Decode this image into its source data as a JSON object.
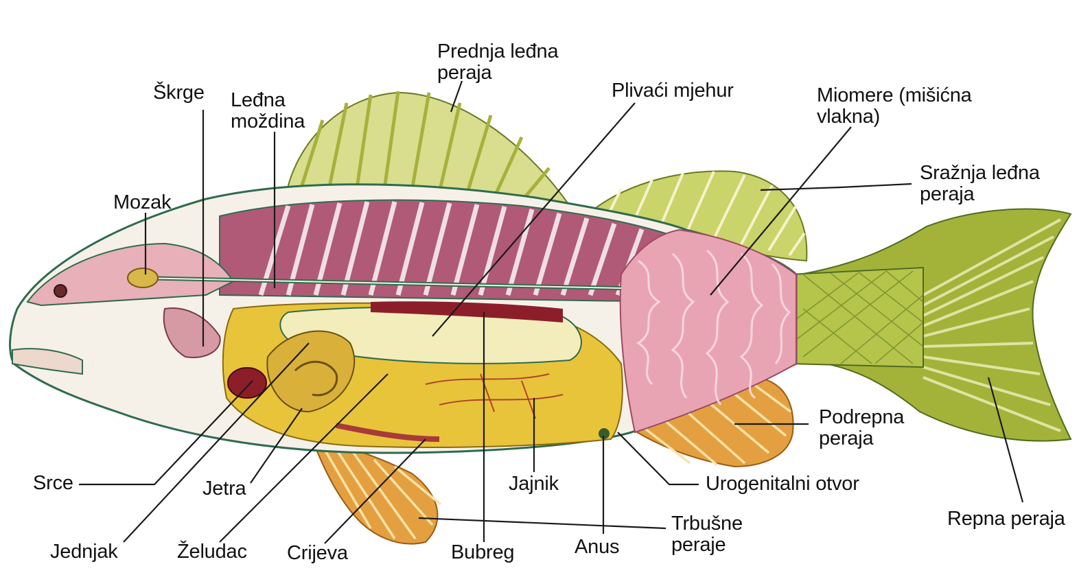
{
  "diagram": {
    "colors": {
      "background": "#ffffff",
      "outline": "#2f6b4e",
      "muscle": "#a9486a",
      "muscle_light": "#e7a7b5",
      "organ_yellow": "#e8c43a",
      "swim_bladder": "#f2eab0",
      "fin_yellow": "#c9d46a",
      "fin_orange": "#e0902e",
      "tail_green": "#9fb23c",
      "leader_line": "#1a1a1a"
    },
    "labels": {
      "front_dorsal_fin": "Prednja leđna\nperaja",
      "gills": "Škrge",
      "spinal_cord": "Leđna\nmoždina",
      "swim_bladder": "Plivaći mjehur",
      "myomeres": "Miomere (mišićna\nvlakna)",
      "rear_dorsal_fin": "Sražnja leđna\nperaja",
      "brain": "Mozak",
      "anal_fin": "Podrepna\nperaja",
      "heart": "Srce",
      "liver": "Jetra",
      "ovary": "Jajnik",
      "urogenital_opening": "Urogenitalni otvor",
      "tail_fin": "Repna peraja",
      "pelvic_fins": "Trbušne\nperaje",
      "esophagus": "Jednjak",
      "stomach": "Želudac",
      "intestine": "Crijeva",
      "kidney": "Bubreg",
      "anus": "Anus"
    }
  }
}
